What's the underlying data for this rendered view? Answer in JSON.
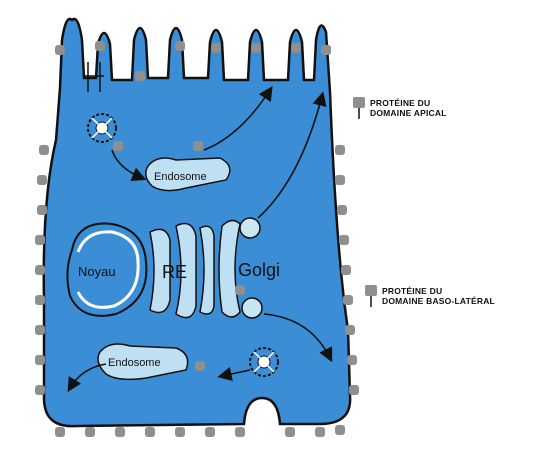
{
  "labels": {
    "endosome_top": "Endosome",
    "endosome_bottom": "Endosome",
    "noyau": "Noyau",
    "re": "RE",
    "golgi": "Golgi"
  },
  "legend": {
    "apical": [
      "PROTÉINE DU",
      "DOMAINE APICAL"
    ],
    "basolateral": [
      "PROTÉINE DU",
      "DOMAINE BASO-LATÉRAL"
    ]
  },
  "colors": {
    "cytoplasm": "#3b8ed6",
    "outline": "#111111",
    "protein": "#8f8f8f",
    "vesicle": "#c9e6f5",
    "organelle": "#bfe0f3"
  }
}
